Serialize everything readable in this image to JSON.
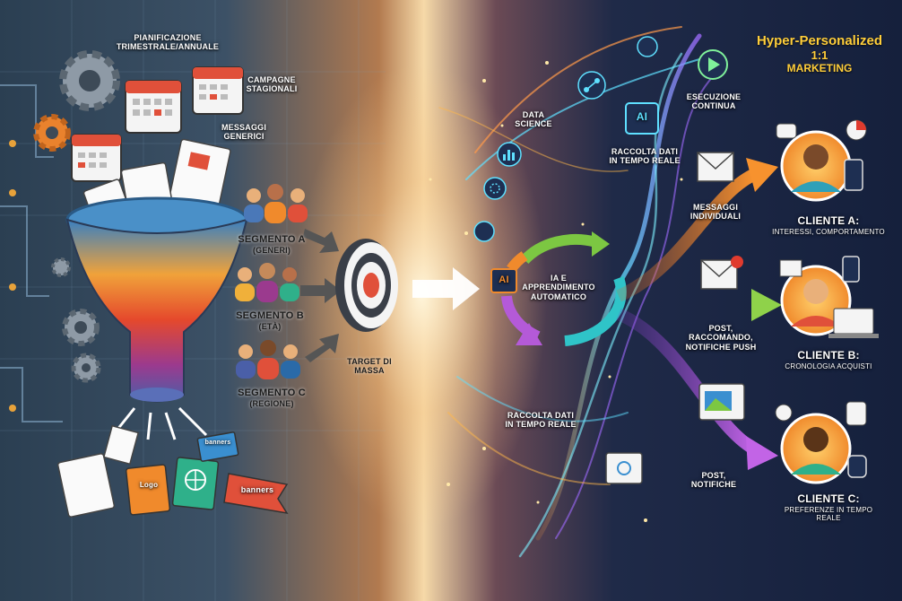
{
  "planning": {
    "line1": "Pianificazione",
    "line2": "trimestrale/annuale"
  },
  "campaigns": {
    "line1": "Campagne",
    "line2": "stagionali"
  },
  "generic_msgs": {
    "line1": "Messaggi",
    "line2": "generici"
  },
  "segments": [
    {
      "label": "Segmento A",
      "sub": "(Generi)"
    },
    {
      "label": "Segmento B",
      "sub": "(Età)"
    },
    {
      "label": "Segmento C",
      "sub": "(Regione)"
    }
  ],
  "target": {
    "line1": "Target di",
    "line2": "massa"
  },
  "output_cards": {
    "logo": "Logo",
    "banners": "banners",
    "banners2": "banners"
  },
  "data_science": {
    "line1": "Data",
    "line2": "Science"
  },
  "realtime_top": {
    "line1": "Raccolta dati",
    "line2": "in tempo reale"
  },
  "continuous": {
    "line1": "Esecuzione",
    "line2": "continua"
  },
  "ai_loop": {
    "line1": "IA e",
    "line2": "apprendimento",
    "line3": "automatico",
    "chip": "AI"
  },
  "ai_box": "AI",
  "realtime_bottom": {
    "line1": "Raccolta dati",
    "line2": "in tempo reale"
  },
  "individual_msgs": {
    "line1": "Messaggi",
    "line2": "individuali"
  },
  "post_reco": {
    "line1": "Post,",
    "line2": "raccomando,",
    "line3": "notifiche push"
  },
  "post_notif": {
    "line1": "Post,",
    "line2": "notifiche"
  },
  "title": {
    "line1": "Hyper-Personalized",
    "line2": "1:1",
    "line3": "Marketing"
  },
  "clients": [
    {
      "name": "Cliente A:",
      "desc": "Interessi, comportamento"
    },
    {
      "name": "Cliente B:",
      "desc": "Cronologia acquisti"
    },
    {
      "name": "Cliente C:",
      "desc1": "Preferenze in tempo",
      "desc2": "reale"
    }
  ],
  "colors": {
    "orange": "#f08a2c",
    "green": "#7cc742",
    "purple": "#b45ad8",
    "teal": "#2fc4c8",
    "yellow": "#ffce3a",
    "red": "#e03b2e"
  }
}
